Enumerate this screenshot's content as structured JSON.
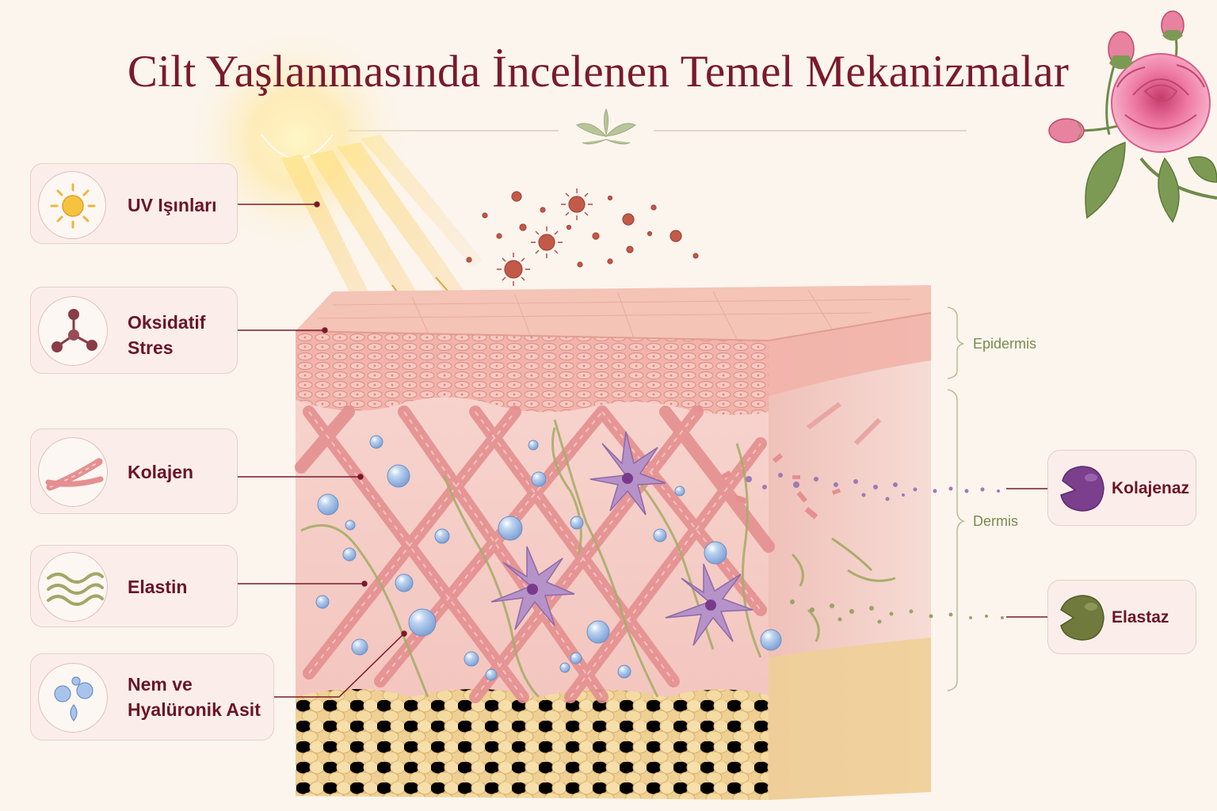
{
  "title": "Cilt Yaşlanmasında İncelenen Temel Mekanizmalar",
  "left_labels": [
    {
      "text": "UV Işınları",
      "icon": "sun-icon"
    },
    {
      "text": "Oksidatif Stres",
      "icon": "molecule-icon"
    },
    {
      "text": "Kolajen",
      "icon": "collagen-fiber-icon"
    },
    {
      "text": "Elastin",
      "icon": "elastin-wave-icon"
    },
    {
      "text": "Nem ve Hyalüronik Asit",
      "icon": "water-drops-icon"
    }
  ],
  "right_labels": [
    {
      "text": "Kolajenaz",
      "icon": "collagenase-enzyme-icon",
      "color": "#7c3f8e"
    },
    {
      "text": "Elastaz",
      "icon": "elastase-enzyme-icon",
      "color": "#6f7a3c"
    }
  ],
  "layers": {
    "epidermis": "Epidermis",
    "dermis": "Dermis"
  },
  "colors": {
    "title": "#7a1a2c",
    "label_text": "#6b1426",
    "layer_text": "#7c8a4c",
    "skin": "#f1b3ac",
    "fat": "#f0d49a"
  }
}
